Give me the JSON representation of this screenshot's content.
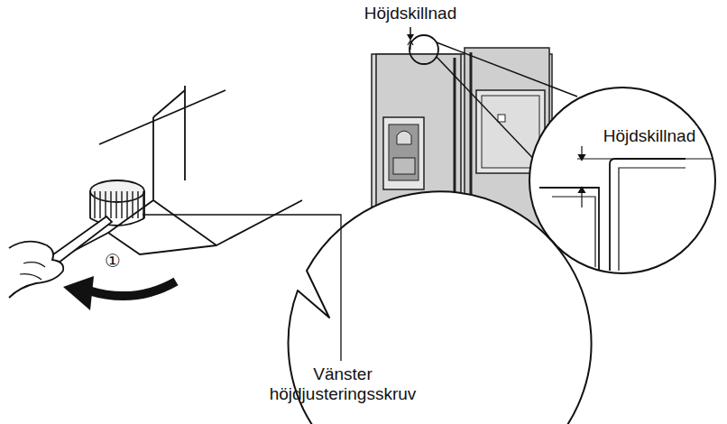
{
  "diagram": {
    "labels": [
      "Höjdskillnad",
      "Höjdskillnad",
      "①",
      "Vänster höjdjusteringsskruv"
    ]
  }
}
